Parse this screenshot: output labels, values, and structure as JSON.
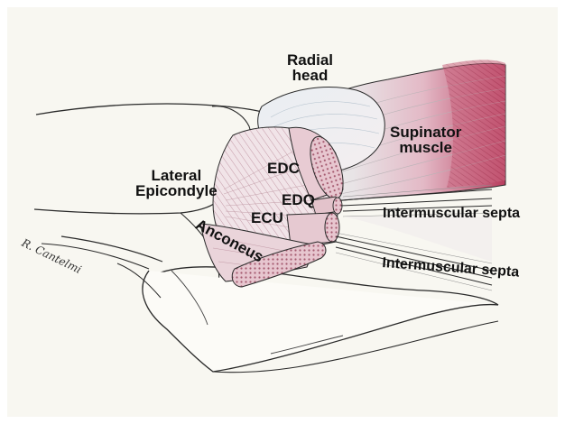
{
  "figure": {
    "labels": {
      "radial_head": "Radial\nhead",
      "supinator": "Supinator\nmuscle",
      "lateral_epicondyle": "Lateral\nEpicondyle",
      "edc": "EDC",
      "edq": "EDQ",
      "ecu": "ECU",
      "anconeus": "Anconeus",
      "septa_upper": "Intermuscular septa",
      "septa_lower": "Intermuscular septa"
    },
    "signature": "R. Cantelmi",
    "colors": {
      "background": "#f7f6f0",
      "canvas": "#ffffff",
      "outline": "#2a2a2a",
      "muscle_fiber": "#c9a4ad",
      "muscle_red": "#b2405a",
      "muscle_pale": "#ead7dc",
      "tendon_blue": "#aebfcd",
      "bone": "#fbfaf5"
    }
  }
}
